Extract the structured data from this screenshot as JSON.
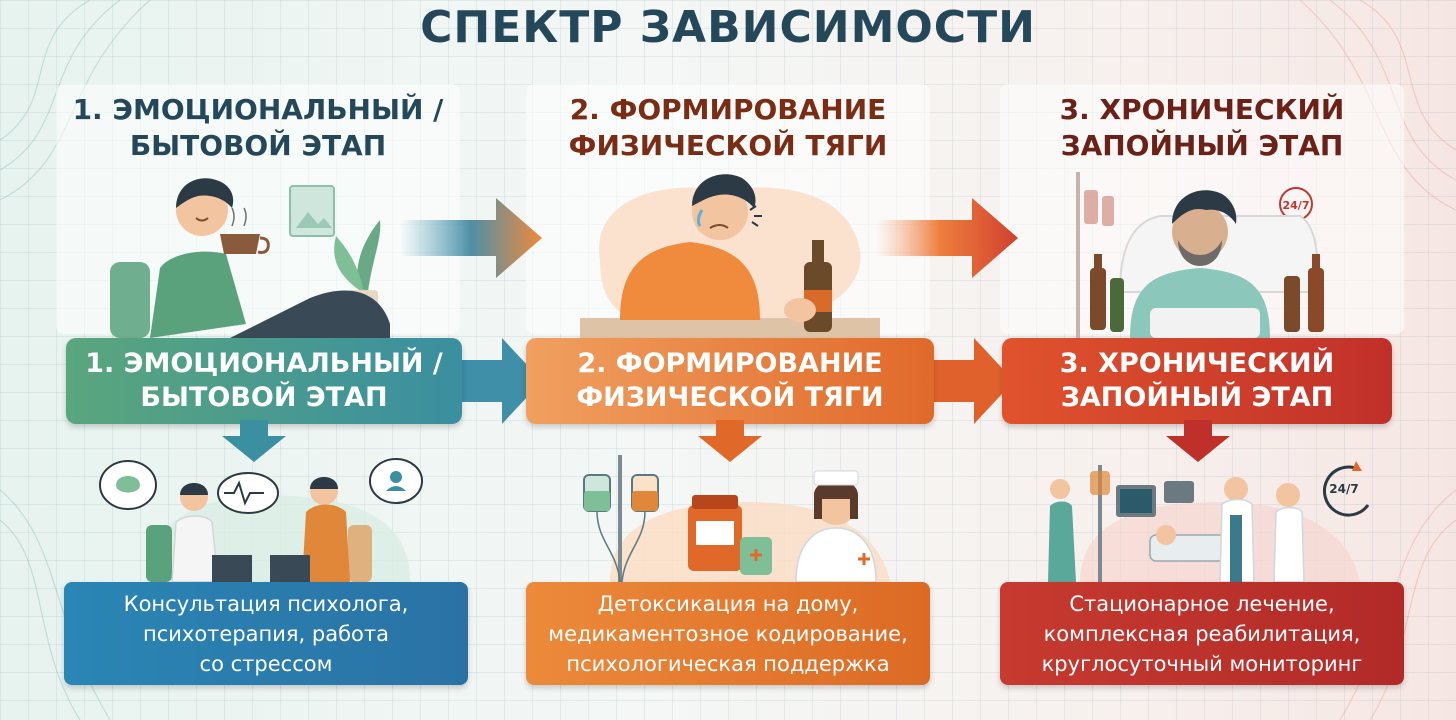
{
  "title": "СПЕКТР ЗАВИСИМОСТИ",
  "colors": {
    "stage1": "#3f8f8c",
    "stage2": "#e0762c",
    "stage3": "#c0382d",
    "title": "#24485a",
    "treat1": "#2a7cae",
    "treat2": "#df7128",
    "treat3": "#bb302b"
  },
  "stages": [
    {
      "title": "1. ЭМОЦИОНАЛЬНЫЙ /\nБЫТОВОЙ ЭТАП",
      "label": "1. ЭМОЦИОНАЛЬНЫЙ /\nБЫТОВОЙ ЭТАП",
      "treatment": "Консультация психолога,\nпсихотерапия, работа\nсо стрессом"
    },
    {
      "title": "2. ФОРМИРОВАНИЕ\nФИЗИЧЕСКОЙ ТЯГИ",
      "label": "2. ФОРМИРОВАНИЕ\nФИЗИЧЕСКОЙ ТЯГИ",
      "treatment": "Детоксикация на дому,\nмедикаментозное кодирование,\nпсихологическая поддержка"
    },
    {
      "title": "3. ХРОНИЧЕСКИЙ\nЗАПОЙНЫЙ ЭТАП",
      "label": "3. ХРОНИЧЕСКИЙ\nЗАПОЙНЫЙ ЭТАП",
      "treatment": "Стационарное лечение,\nкомплексная реабилитация,\nкруглосуточный мониторинг"
    }
  ],
  "badges": {
    "top": "24/7",
    "bottom": "24/7"
  },
  "icons": [
    "brain-icon",
    "heartbeat-icon",
    "person-icon",
    "clock-icon"
  ]
}
